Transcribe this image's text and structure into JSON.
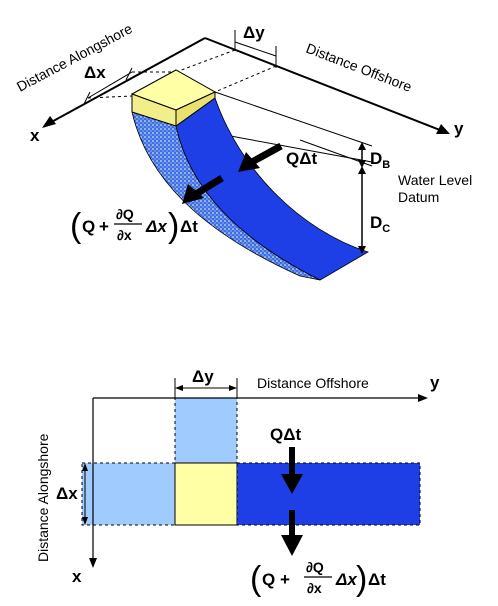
{
  "top_diagram": {
    "axis_x": "x",
    "axis_y": "y",
    "label_alongshore": "Distance Alongshore",
    "label_offshore": "Distance Offshore",
    "delta_x": "Δx",
    "delta_y": "Δy",
    "flux_in": "QΔt",
    "flux_out_Q": "Q",
    "flux_out_dQ": "∂Q",
    "flux_out_dx": "∂x",
    "flux_out_dxvar": "Δx",
    "flux_out_dt": "Δt",
    "db_main": "D",
    "db_sub": "B",
    "dc_main": "D",
    "dc_sub": "C",
    "water_level_line1": "Water Level",
    "water_level_line2": "Datum"
  },
  "bottom_diagram": {
    "axis_x": "x",
    "axis_y": "y",
    "label_alongshore": "Distance Alongshore",
    "label_offshore": "Distance Offshore",
    "delta_x": "Δx",
    "delta_y": "Δy",
    "flux_in": "QΔt",
    "flux_out_Q": "Q",
    "flux_out_dQ": "∂Q",
    "flux_out_dx": "∂x",
    "flux_out_dxvar": "Δx",
    "flux_out_dt": "Δt"
  },
  "colors": {
    "deep_blue": "#1f3fe6",
    "light_blue": "#9fcbff",
    "yellow": "#ffffa6",
    "stipple_blue": "#3a6fe0"
  }
}
